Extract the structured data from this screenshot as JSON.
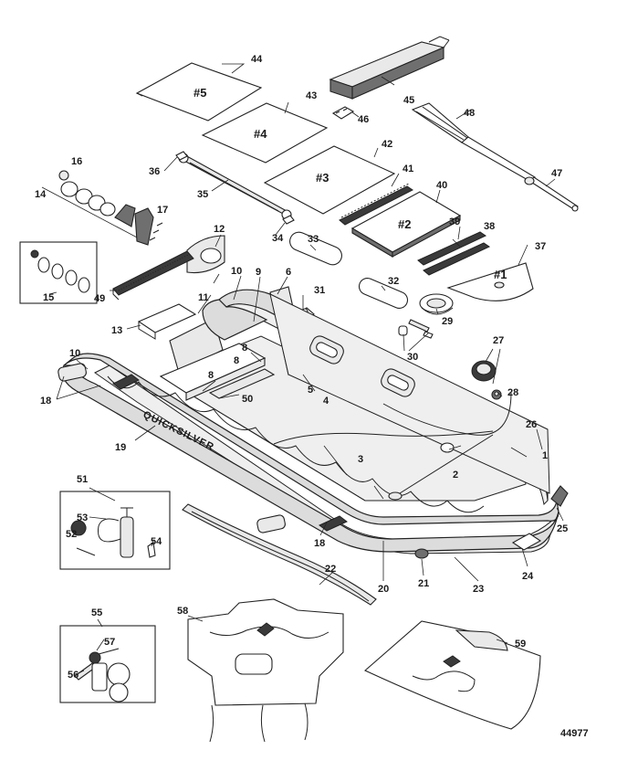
{
  "diagram": {
    "figure_number": "44977",
    "brand_text": "QUICKSILVER",
    "panel_labels": {
      "floor_5": "#5",
      "floor_4": "#4",
      "floor_3": "#3",
      "floor_2": "#2",
      "floor_1": "#1"
    },
    "callouts": {
      "c1": "1",
      "c2": "2",
      "c3": "3",
      "c4": "4",
      "c5": "5",
      "c6": "6",
      "c8a": "8",
      "c8b": "8",
      "c8c": "8",
      "c9": "9",
      "c10a": "10",
      "c10b": "10",
      "c11": "11",
      "c12": "12",
      "c13": "13",
      "c14": "14",
      "c15": "15",
      "c16": "16",
      "c17": "17",
      "c18a": "18",
      "c18b": "18",
      "c19": "19",
      "c20": "20",
      "c21": "21",
      "c22": "22",
      "c23": "23",
      "c24": "24",
      "c25": "25",
      "c26": "26",
      "c27": "27",
      "c28": "28",
      "c29": "29",
      "c30": "30",
      "c31": "31",
      "c32": "32",
      "c33": "33",
      "c34": "34",
      "c35": "35",
      "c36": "36",
      "c37": "37",
      "c38": "38",
      "c39": "39",
      "c40": "40",
      "c41": "41",
      "c42": "42",
      "c43": "43",
      "c44": "44",
      "c45": "45",
      "c46": "46",
      "c47": "47",
      "c48": "48",
      "c49": "49",
      "c50": "50",
      "c51": "51",
      "c52": "52",
      "c53": "53",
      "c54": "54",
      "c55": "55",
      "c56": "56",
      "c57": "57",
      "c58": "58",
      "c59": "59"
    }
  }
}
